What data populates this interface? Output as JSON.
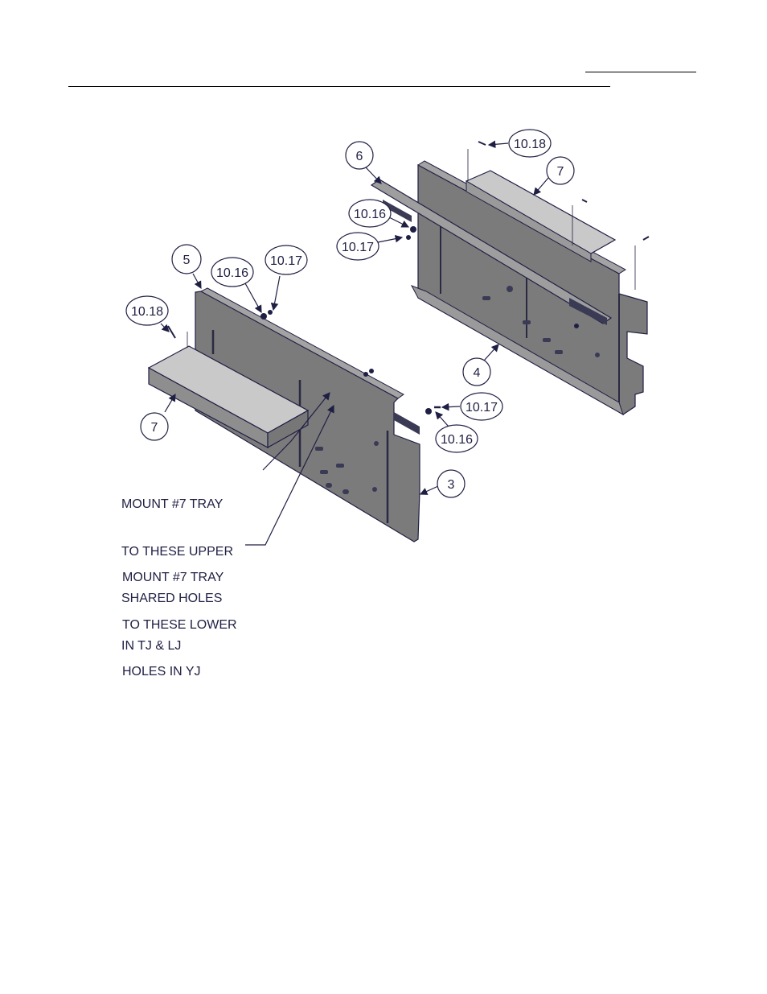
{
  "callouts": [
    {
      "id": "c5",
      "text": "5"
    },
    {
      "id": "c1016a",
      "text": "10.16"
    },
    {
      "id": "c1017a",
      "text": "10.17"
    },
    {
      "id": "c1018a",
      "text": "10.18"
    },
    {
      "id": "c7a",
      "text": "7"
    },
    {
      "id": "c6",
      "text": "6"
    },
    {
      "id": "c1018b",
      "text": "10.18"
    },
    {
      "id": "c7b",
      "text": "7"
    },
    {
      "id": "c1016b",
      "text": "10.16"
    },
    {
      "id": "c1017b",
      "text": "10.17"
    },
    {
      "id": "c4",
      "text": "4"
    },
    {
      "id": "c1017c",
      "text": "10.17"
    },
    {
      "id": "c1016c",
      "text": "10.16"
    },
    {
      "id": "c3",
      "text": "3"
    }
  ],
  "notes": {
    "upper": [
      "MOUNT #7 TRAY",
      "TO THESE UPPER",
      "SHARED HOLES",
      "IN TJ & LJ"
    ],
    "lower": [
      "MOUNT #7 TRAY",
      "TO THESE LOWER",
      "HOLES IN YJ"
    ]
  },
  "colors": {
    "line": "#1f1f44",
    "panel": "#7a7a7a",
    "panel_dark": "#5d5d5d",
    "tray": "#bdbdbd"
  }
}
